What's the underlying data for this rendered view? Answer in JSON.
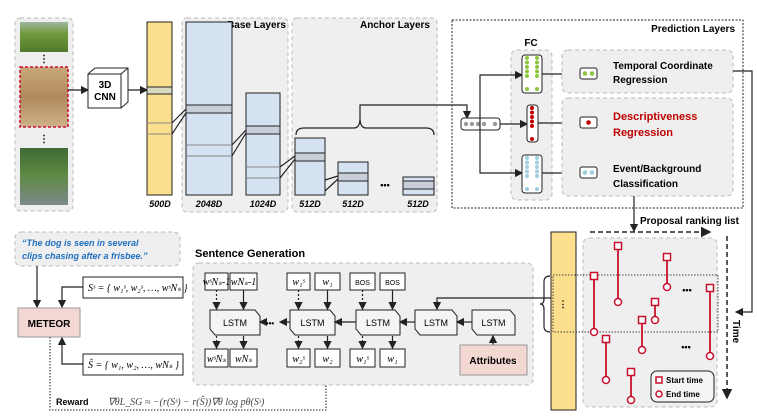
{
  "layers": {
    "cnn_label_1": "3D",
    "cnn_label_2": "CNN",
    "base_title": "Base Layers",
    "anchor_title": "Anchor Layers",
    "dims": [
      "500D",
      "2048D",
      "1024D",
      "512D",
      "512D",
      "512D"
    ]
  },
  "prediction": {
    "title": "Prediction Layers",
    "fc_label": "FC",
    "temporal": [
      "Temporal Coordinate",
      "Regression"
    ],
    "descriptiveness": [
      "Descriptiveness",
      "Regression"
    ],
    "event": [
      "Event/Background",
      "Classification"
    ],
    "colors": {
      "temporal": "#8cc63f",
      "descriptiveness": "#c00000",
      "event": "#9fcde0",
      "feature": "#999999"
    }
  },
  "proposals": {
    "ranking_label": "Proposal ranking list",
    "time_label": "Time",
    "legend_start": "Start time",
    "legend_end": "End time",
    "ellipsis": "•••",
    "color": "#c8102e"
  },
  "caption": {
    "quote": [
      "“The dog is seen in several",
      "clips chasing after a frisbee.”"
    ],
    "metric": "METEOR",
    "sampled": "Sˢ = { w₁ˢ, w₂ˢ, …, wˢNₛ }",
    "greedy": "Ŝ = { w₁, w₂, …, wNₛ }",
    "reward_label": "Reward",
    "formula": "∇θL_SG ≈ −(r(Sˢ) − r(Ŝ))∇θ log pθ(Sˢ)"
  },
  "sentence_generation": {
    "title": "Sentence Generation",
    "lstm_label": "LSTM",
    "attributes": "Attributes",
    "ellipsis": "•••",
    "top_tokens": [
      "wˢNₛ-1",
      "wNₛ-1",
      "w₁ˢ",
      "w₁",
      "BOS",
      "BOS"
    ],
    "bottom_tokens": [
      "wˢNₛ",
      "wNₛ",
      "w₂ˢ",
      "w₂",
      "w₁ˢ",
      "w₁"
    ]
  }
}
